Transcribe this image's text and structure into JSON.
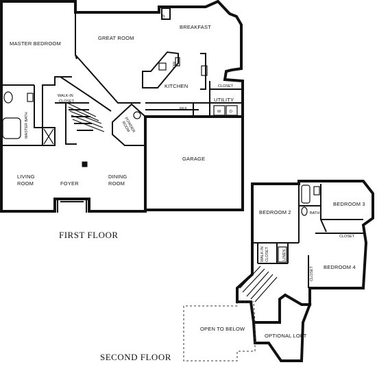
{
  "first_floor": {
    "title": "FIRST FLOOR",
    "rooms": {
      "master_bedroom": "MASTER BEDROOM",
      "great_room": "GREAT ROOM",
      "breakfast": "BREAKFAST",
      "walk_in_closet_1": "WALK-IN",
      "walk_in_closet_2": "CLOSET",
      "master_bath": "MASTER BATH",
      "kitchen": "KITCHEN",
      "closet": "CLOSET",
      "utility": "UTILITY",
      "ref": "REF",
      "washer": "W",
      "dryer": "D",
      "dw": "DW",
      "fp": "FP",
      "powder_room_1": "POWDER",
      "powder_room_2": "ROOM",
      "living_room_1": "LIVING",
      "living_room_2": "ROOM",
      "foyer": "FOYER",
      "dining_room_1": "DINING",
      "dining_room_2": "ROOM",
      "garage": "GARAGE"
    }
  },
  "second_floor": {
    "title": "SECOND FLOOR",
    "rooms": {
      "bedroom_2": "BEDROOM 2",
      "bath": "BATH",
      "bedroom_3": "BEDROOM 3",
      "closet": "CLOSET",
      "walk_in_closet_1": "WALK-IN",
      "walk_in_closet_2": "CLOSET",
      "linen": "LINEN",
      "bedroom_4": "BEDROOM 4",
      "closet_vertical": "CLOSET",
      "open_to_below": "OPEN TO BELOW",
      "optional_loft": "OPTIONAL LOFT"
    }
  }
}
